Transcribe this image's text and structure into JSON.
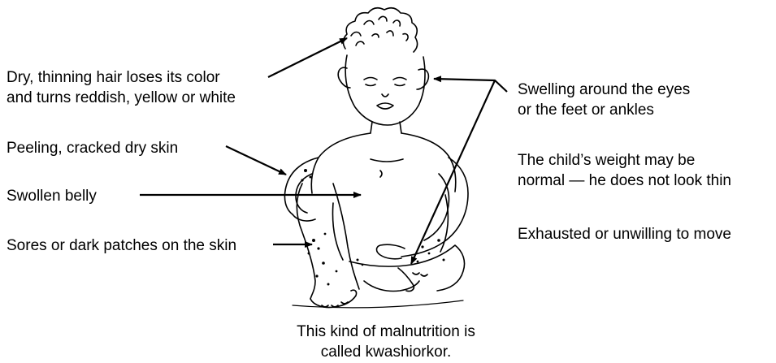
{
  "labels": {
    "hair": [
      "Dry, thinning hair loses its color",
      "and turns reddish, yellow or white"
    ],
    "skin": "Peeling, cracked dry skin",
    "belly": "Swollen belly",
    "sores": "Sores or dark patches on the skin",
    "swelling": [
      "Swelling around the eyes",
      "or the feet or ankles"
    ],
    "weight": [
      "The child’s weight may be",
      "normal — he does not look thin"
    ],
    "exhausted": "Exhausted or unwilling to move"
  },
  "caption": [
    "This kind of malnutrition is",
    "called kwashiorkor."
  ]
}
